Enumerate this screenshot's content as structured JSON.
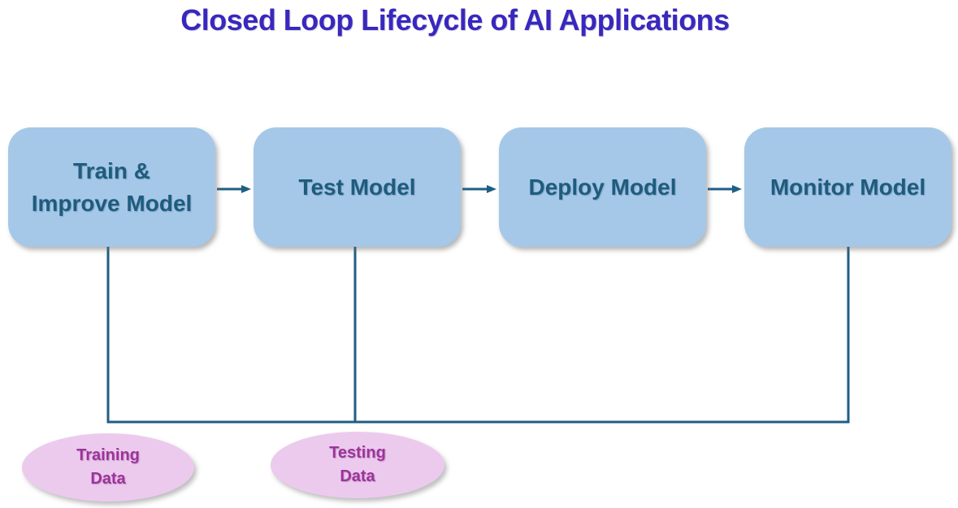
{
  "title": "Closed Loop Lifecycle of AI Applications",
  "diagram": {
    "flow_boxes": [
      {
        "id": "train",
        "label": "Train &\nImprove Model"
      },
      {
        "id": "test",
        "label": "Test Model"
      },
      {
        "id": "deploy",
        "label": "Deploy Model"
      },
      {
        "id": "monitor",
        "label": "Monitor Model"
      }
    ],
    "data_ellipses": [
      {
        "id": "training-data",
        "label": "Training\nData"
      },
      {
        "id": "testing-data",
        "label": "Testing\nData"
      }
    ],
    "connections": [
      {
        "from": "train",
        "to": "test",
        "type": "arrow"
      },
      {
        "from": "test",
        "to": "deploy",
        "type": "arrow"
      },
      {
        "from": "deploy",
        "to": "monitor",
        "type": "arrow"
      },
      {
        "from": "monitor",
        "to": "train",
        "type": "feedback-line"
      },
      {
        "from": "monitor",
        "to": "test",
        "type": "feedback-line"
      }
    ],
    "colors": {
      "background": "#FFFFFF",
      "title_text": "#3928BE",
      "box_fill": "#A5C8E9",
      "box_text": "#1E5C7E",
      "connector": "#1F5E85",
      "ellipse_fill": "#ECCAEE",
      "ellipse_text": "#9C3499"
    }
  }
}
